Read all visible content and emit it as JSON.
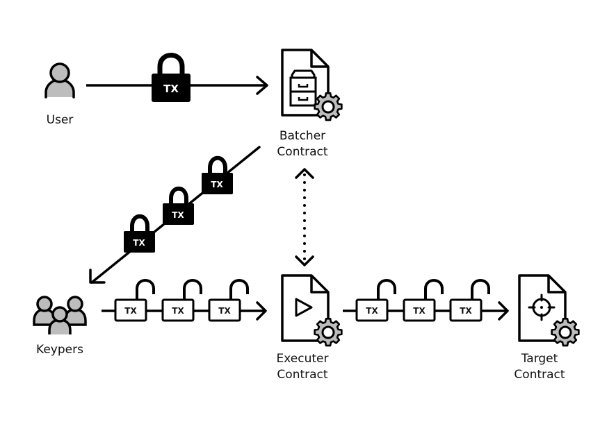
{
  "colors": {
    "stroke": "#000000",
    "icon_fill": "#bdbdbd",
    "background": "#ffffff"
  },
  "nodes": {
    "user": {
      "label": "User",
      "icon": "user-icon"
    },
    "batcher": {
      "label_line1": "Batcher",
      "label_line2": "Contract",
      "icon": "contract-cabinet-gear-icon"
    },
    "keypers": {
      "label": "Keypers",
      "icon": "group-icon"
    },
    "executer": {
      "label_line1": "Executer",
      "label_line2": "Contract",
      "icon": "contract-play-gear-icon"
    },
    "target": {
      "label_line1": "Target",
      "label_line2": "Contract",
      "icon": "contract-crosshair-gear-icon"
    }
  },
  "edges": [
    {
      "from": "User",
      "to": "Batcher Contract",
      "style": "solid",
      "items": [
        {
          "label": "TX",
          "state": "locked"
        }
      ]
    },
    {
      "from": "Batcher Contract",
      "to": "Keypers",
      "style": "solid",
      "items": [
        {
          "label": "TX",
          "state": "locked"
        },
        {
          "label": "TX",
          "state": "locked"
        },
        {
          "label": "TX",
          "state": "locked"
        }
      ]
    },
    {
      "from": "Batcher Contract",
      "to": "Executer Contract",
      "style": "dotted",
      "direction": "bidirectional",
      "items": []
    },
    {
      "from": "Keypers",
      "to": "Executer Contract",
      "style": "solid",
      "items": [
        {
          "label": "TX",
          "state": "unlocked"
        },
        {
          "label": "TX",
          "state": "unlocked"
        },
        {
          "label": "TX",
          "state": "unlocked"
        }
      ]
    },
    {
      "from": "Executer Contract",
      "to": "Target Contract",
      "style": "solid",
      "items": [
        {
          "label": "TX",
          "state": "unlocked"
        },
        {
          "label": "TX",
          "state": "unlocked"
        },
        {
          "label": "TX",
          "state": "unlocked"
        }
      ]
    }
  ],
  "tx_label": "TX"
}
